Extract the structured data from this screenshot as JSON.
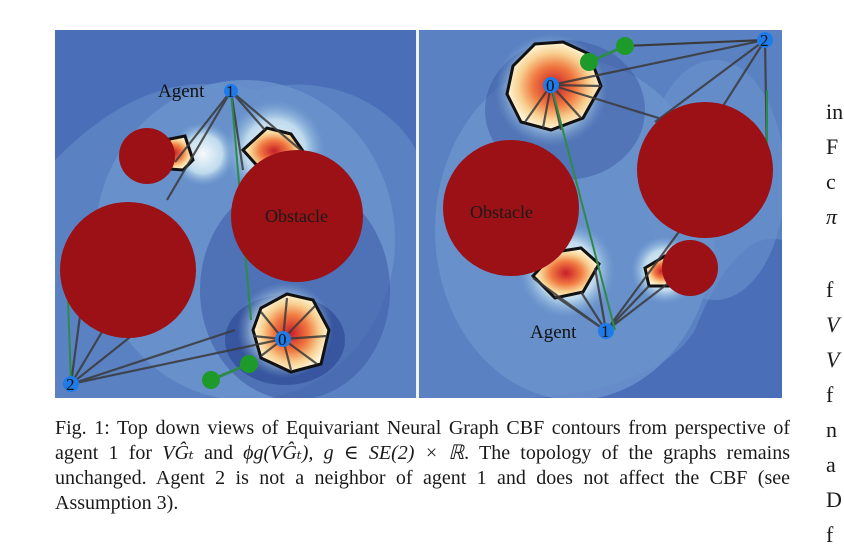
{
  "figure": {
    "left_panel": {
      "agent1": "Agent",
      "agent1_num": "1",
      "agent0_num": "0",
      "agent2_num": "2",
      "obstacle": "Obstacle"
    },
    "right_panel": {
      "agent1": "Agent",
      "agent1_num": "1",
      "agent0_num": "0",
      "agent2_num": "2",
      "obstacle": "Obstacle"
    }
  },
  "caption": {
    "part1": "Fig. 1: Top down views of Equivariant Neural Graph CBF contours from perspective of agent 1 for ",
    "math1": "VĜₜ",
    "part2": " and ",
    "math2": "ϕg(VĜₜ), g ∈ SE(2) × ℝ",
    "part3": ". The topology of the graphs remains unchanged. Agent 2 is not a neighbor of agent 1 and does not affect the CBF (see Assumption 3)."
  },
  "side_text": [
    "in",
    "F",
    "c",
    "π",
    "",
    "f",
    "V",
    "V",
    "f",
    "n",
    "a",
    "D",
    "f"
  ]
}
